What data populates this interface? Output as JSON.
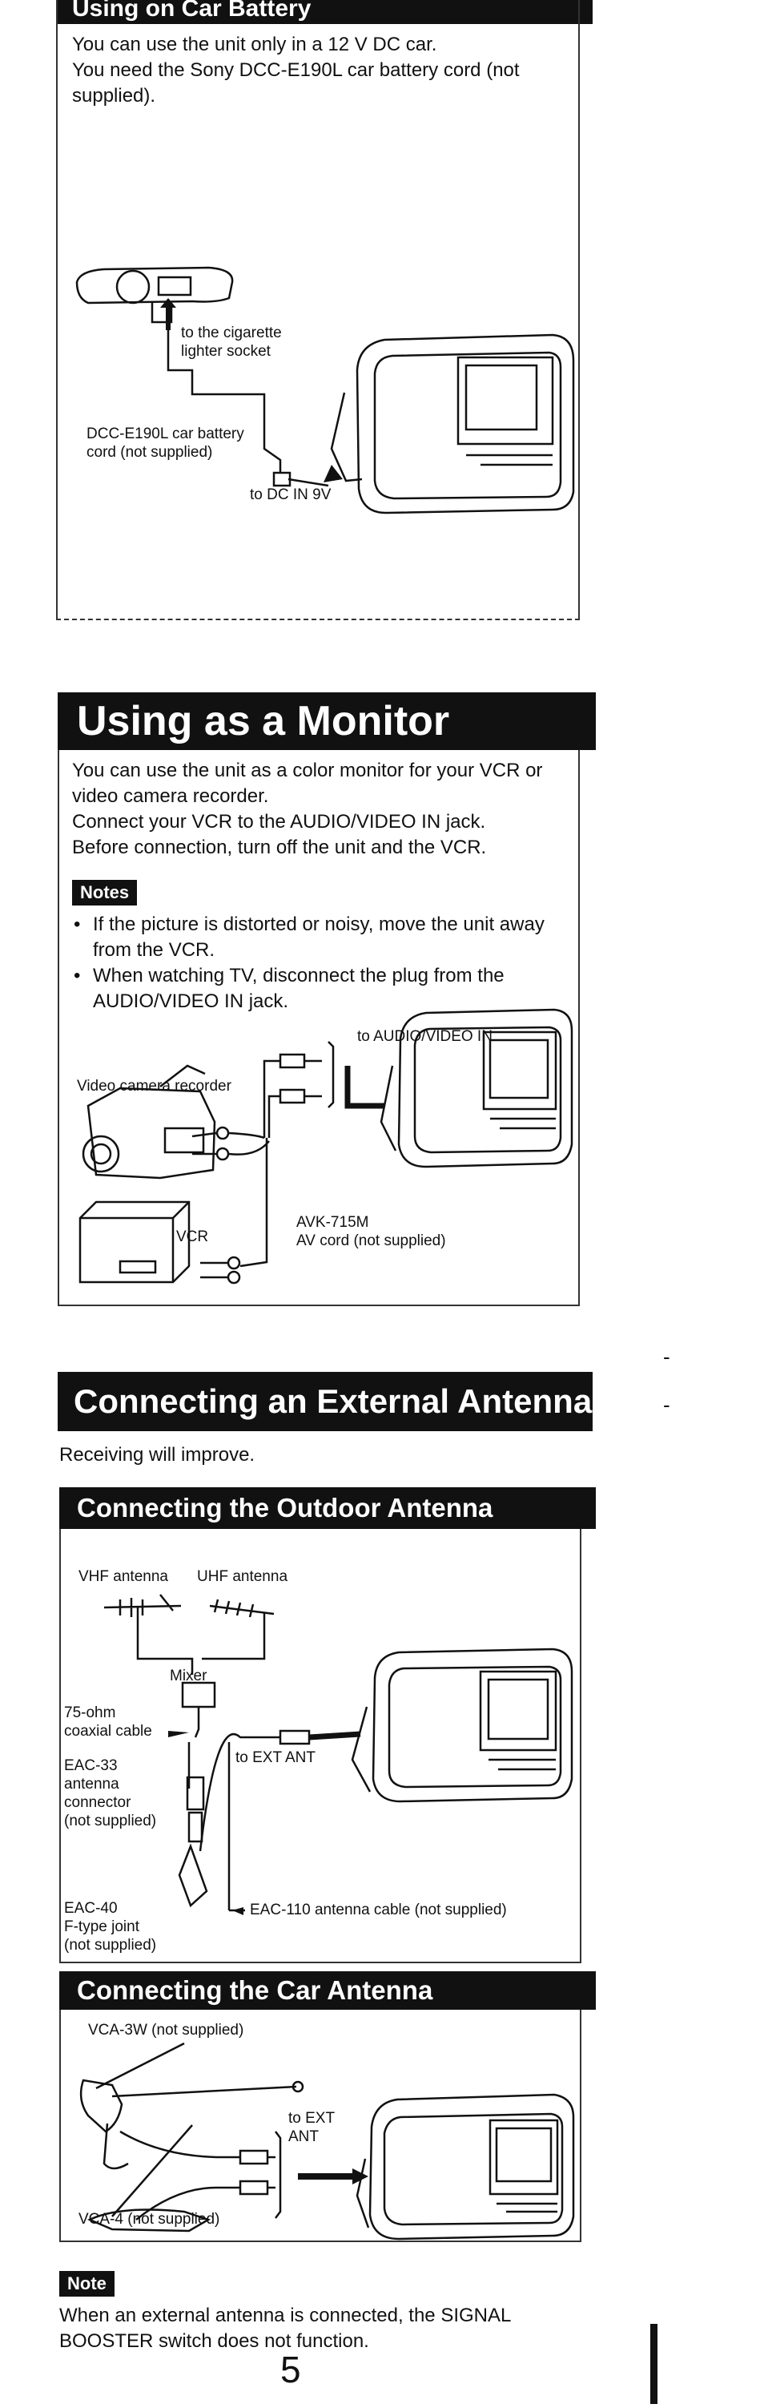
{
  "battery": {
    "title": "Using on Car Battery",
    "text": "You can use the unit only in a 12 V DC car.\nYou need the Sony DCC-E190L car battery cord (not supplied).",
    "label_socket": "to the cigarette\nlighter socket",
    "label_cord": "DCC-E190L car battery\ncord (not supplied)",
    "label_dcin": "to DC IN 9V"
  },
  "monitor": {
    "title": "Using as a Monitor",
    "text": "You can use the unit as a color monitor for your VCR or\nvideo camera recorder.\nConnect your VCR to the AUDIO/VIDEO IN jack.\nBefore connection, turn off the unit and the VCR.",
    "notes_label": "Notes",
    "notes": [
      "If the picture is distorted or noisy, move the unit away\nfrom the VCR.",
      "When watching TV, disconnect the plug from the\nAUDIO/VIDEO IN jack."
    ],
    "label_avin": "to AUDIO/VIDEO IN",
    "label_camcorder": "Video camera recorder",
    "label_vcr": "VCR",
    "label_cord": "AVK-715M\nAV cord (not supplied)"
  },
  "antenna": {
    "title": "Connecting an External Antenna",
    "intro": "Receiving will improve.",
    "outdoor": {
      "title": "Connecting the Outdoor Antenna",
      "label_vhf": "VHF antenna",
      "label_uhf": "UHF antenna",
      "label_mixer": "Mixer",
      "label_coax": "75-ohm\ncoaxial cable",
      "label_extant": "to EXT ANT",
      "label_eac33": "EAC-33\nantenna\nconnector\n(not supplied)",
      "label_eac110": "EAC-110 antenna cable (not supplied)",
      "label_eac40": "EAC-40\nF-type joint\n(not supplied)"
    },
    "car": {
      "title": "Connecting the Car Antenna",
      "label_vca3w": "VCA-3W (not supplied)",
      "label_extant": "to EXT\nANT",
      "label_vca4": "VCA-4 (not supplied)"
    },
    "note_label": "Note",
    "note": "When an external antenna is connected, the SIGNAL\nBOOSTER switch does not function."
  },
  "page_number": "5"
}
